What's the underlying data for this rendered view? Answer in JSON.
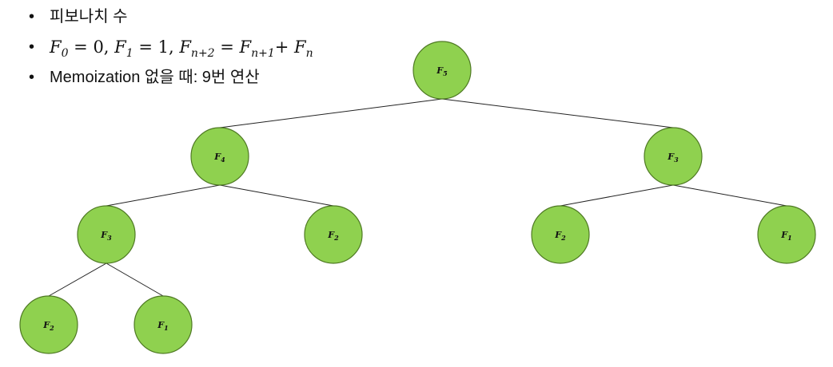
{
  "bullets": [
    {
      "kind": "text",
      "text": "피보나치 수"
    },
    {
      "kind": "math",
      "formula": {
        "p1": "F",
        "p1_sub": "0",
        "p2": " = 0, ",
        "p3": "F",
        "p3_sub": "1",
        "p4": " = 1, ",
        "p5": "F",
        "p5_sub": "n+2",
        "p6": " = ",
        "p7": "F",
        "p7_sub": "n+1",
        "p8": "+ ",
        "p9": "F",
        "p9_sub": "n"
      }
    },
    {
      "kind": "text",
      "text": "Memoization 없을 때: 9번 연산"
    }
  ],
  "tree": {
    "nodes": [
      {
        "id": "f5-root",
        "base": "F",
        "sub": "5",
        "color": "#8fd14f"
      },
      {
        "id": "f4-left",
        "base": "F",
        "sub": "4",
        "color": "#8fd14f"
      },
      {
        "id": "f3-right",
        "base": "F",
        "sub": "3",
        "color": "#8fd14f"
      },
      {
        "id": "f3-leftleft",
        "base": "F",
        "sub": "3",
        "color": "#8fd14f"
      },
      {
        "id": "f2-leftright",
        "base": "F",
        "sub": "2",
        "color": "#8fd14f"
      },
      {
        "id": "f2-rightleft",
        "base": "F",
        "sub": "2",
        "color": "#8fd14f"
      },
      {
        "id": "f1-rightright",
        "base": "F",
        "sub": "1",
        "color": "#8fd14f"
      },
      {
        "id": "f2-bottom",
        "base": "F",
        "sub": "2",
        "color": "#8fd14f"
      },
      {
        "id": "f1-bottom",
        "base": "F",
        "sub": "1",
        "color": "#8fd14f"
      }
    ],
    "edges": [
      [
        "f5-root",
        "f4-left"
      ],
      [
        "f5-root",
        "f3-right"
      ],
      [
        "f4-left",
        "f3-leftleft"
      ],
      [
        "f4-left",
        "f2-leftright"
      ],
      [
        "f3-right",
        "f2-rightleft"
      ],
      [
        "f3-right",
        "f1-rightright"
      ],
      [
        "f3-leftleft",
        "f2-bottom"
      ],
      [
        "f3-leftleft",
        "f1-bottom"
      ]
    ]
  }
}
